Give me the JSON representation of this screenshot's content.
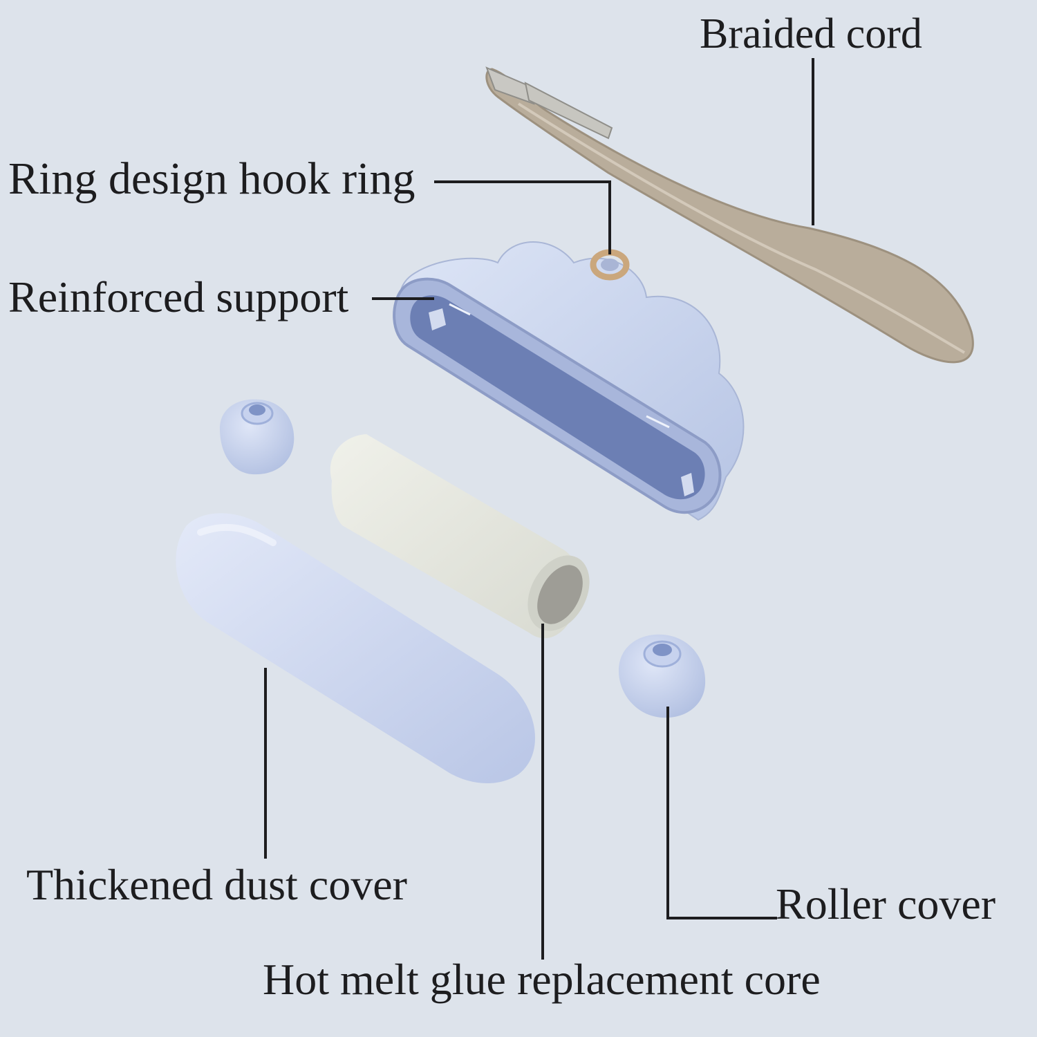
{
  "labels": {
    "braided_cord": "Braided cord",
    "ring_hook": "Ring design hook ring",
    "reinforced_support": "Reinforced support",
    "dust_cover": "Thickened dust cover",
    "roller_cover": "Roller cover",
    "replacement_core": "Hot melt glue replacement core"
  },
  "colors": {
    "background": "#dde3eb",
    "body_blue": "#c3cfea",
    "inner_blue": "#6c7fb4",
    "cord": "#b9ad9b",
    "ring_gold": "#caa77d",
    "core": "#e7e8e1",
    "line": "#1d1d1f"
  }
}
